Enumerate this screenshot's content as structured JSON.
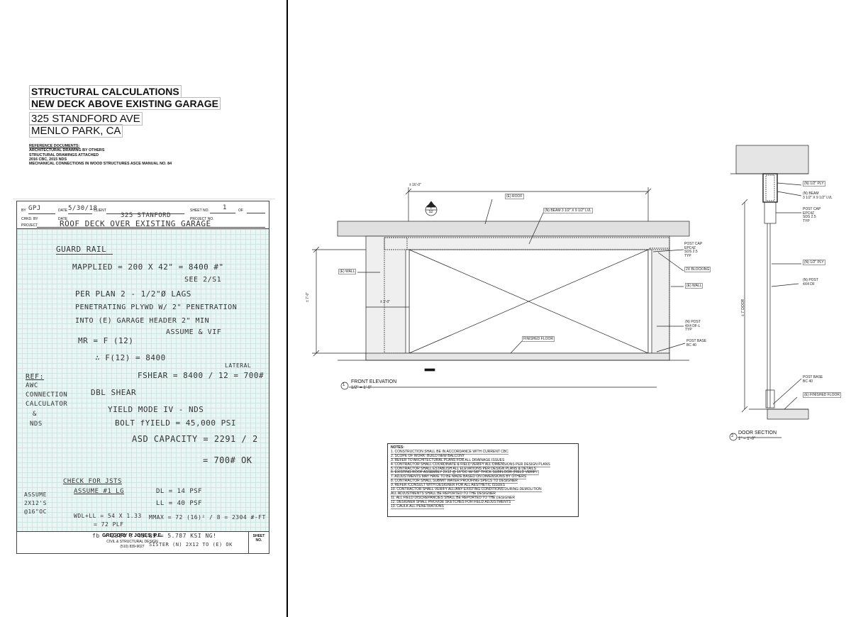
{
  "title": {
    "line1": "STRUCTURAL CALCULATIONS",
    "line2": "NEW DECK ABOVE EXISTING GARAGE",
    "addr1": "325 STANDFORD AVE",
    "addr2": "MENLO PARK, CA"
  },
  "references": {
    "heading": "REFERENCE DOCUMENTS:",
    "items": [
      "ARCHITECTURAL DRAWING BY OTHERS",
      "STRUCTURAL DRAWINGS ATTACHED",
      "2016 CBC, 2015 NDS",
      "MECHANICAL CONNECTIONS IN WOOD STRUCTURES ASCE MANUAL NO. 84"
    ]
  },
  "calc_sheet": {
    "header": {
      "by_label": "BY",
      "by_value": "GPJ",
      "date_label": "DATE",
      "date_value": "5/30/18",
      "client_label": "CLIENT",
      "client_value": "325 STANFORD",
      "sheet_no_label": "SHEET NO.",
      "sheet_no_value": "1",
      "of_label": "OF",
      "chkd_label": "CHKD. BY",
      "chkd_date_label": "DATE",
      "project_no_label": "PROJECT NO.",
      "project_label": "PROJECT",
      "project_value": "ROOF DECK OVER EXISTING GARAGE"
    },
    "handwriting": [
      "GUARD RAIL",
      "MAPPLIED = 200 X 42\" = 8400 #\"",
      "SEE 2/S1",
      "PER PLAN 2 - 1/2\"Ø LAGS",
      "PENETRATING PLYWD W/ 2\" PENETRATION",
      "INTO (E) GARAGE HEADER 2\" MIN",
      "MR = F (12)",
      "ASSUME & VIF",
      "∴ F(12) = 8400",
      "FSHEAR = 8400 / 12 = 700#",
      "LATERAL",
      "REF:",
      "AWC",
      "CONNECTION",
      "CALCULATOR",
      "&",
      "NDS",
      "DBL SHEAR",
      "YIELD MODE IV - NDS",
      "BOLT fYIELD = 45,000 PSI",
      "ASD CAPACITY = 2291 / 2",
      "= 700#  OK",
      "CHECK FOR JSTS",
      "ASSUME #1 LG",
      "DL = 14 PSF",
      "LL = 40 PSF",
      "ASSUME",
      "2X12'S",
      "@16\"OC",
      "WDL+LL = 54 X 1.33",
      "= 72 PLF",
      "MMAX = 72 (16)² / 8 = 2304 #-FT",
      "fb = 2304 / 43.89 = 5.787 KSI  NG!",
      "SISTER (N) 2X12 TO (E)  OK"
    ],
    "footer": {
      "name": "GREGORY P. JONES, P.E.",
      "sub": "CIVIL & STRUCTURAL DESIGN",
      "phone": "(510) 839-9027",
      "sheet_label": "SHEET NO."
    }
  },
  "front_elevation": {
    "title": "FRONT ELEVATION",
    "scale": "1/2\" = 1'-0\"",
    "detail_number": "1",
    "dimension_top": "± 16'-0\"",
    "dimension_left": "± 7'-0\"",
    "dimension_small": "± 3'-0\"",
    "section_mark_top": "2",
    "section_mark_bottom": "S2",
    "labels": {
      "roof": "(E) ROOF",
      "beam": "(N) BEAM 3 1/2\" X 9 1/2\" LVL",
      "post_cap": [
        "POST CAP",
        "EPC4Z",
        "SDS 2.5",
        "TYP"
      ],
      "blocking": "2X BLOCKING",
      "wall_left": "(E) WALL",
      "wall_right": "(E) WALL",
      "post": [
        "(N) POST",
        "4X4 DF-L",
        "TYP"
      ],
      "post_base": [
        "POST BASE",
        "BC 40"
      ],
      "finished_floor": "FINISHED FLOOR"
    }
  },
  "door_section": {
    "title": "DOOR SECTION",
    "scale": "1\" = 1'-0\"",
    "detail_number": "2",
    "dimension_door": "± 7' DOOR",
    "labels": {
      "ply_top": "(N) 1/2\" PLY",
      "beam": [
        "(N) BEAM",
        "3 1/2\" X 9 1/2\" LVL"
      ],
      "post_cap": [
        "POST CAP",
        "EPC4Z",
        "SDS 2.5",
        "TYP"
      ],
      "ply_mid": "(N) 1/2\" PLY",
      "post": [
        "(N) POST",
        "4X4 DF"
      ],
      "post_base": [
        "POST BASE",
        "BC 40"
      ],
      "finished_floor": "(E) FINISHED FLOOR"
    }
  },
  "notes": {
    "heading": "NOTES:",
    "items": [
      "1. CONSTRUCTION SHALL BE IN ACCORDANCE WITH CURRENT CBC",
      "2. SCOPE OF WORK: BUILD NEW BALCONY",
      "3. REFER TO ARCHITECTURAL PLANS FOR ALL DRAINAGE ISSUES",
      "4. CONTRACTOR SHALL COORDINATE & FIELD VERIFY  ALL DIMENSIONS PER  DESIGN PLANS",
      "5. CONTRACTOR SHALL ESTABLISH ALL ELEVATIONS PER DESIGN PLANS & DETAILS",
      "6. EXISTING ROOF ASSEMBLY 2X12 @ 16\"OC  W/ 5/8\" THICK SUBFLOOR (FIELD VERIFY)",
      "7. ADJUSTMENTS MAY HAVE TO BE MADE BASED ON DIMENSIONS BY OTHERS",
      "8. CONTRACTOR  SHALL SUBMIT WATER PROOFING SPECS TO DESIGNER",
      "9. REFER /CONSULT WITH DESIGNER FOR ALL AESTHETIC ISSUES",
      "10. CONTRACTOR SHALL VERIFY ALL/ANY EXISTING CONDITIONS DURING DEMOLITION",
      "ALL ADJUSTMENTS SHALL BE REPORTED TO THE DESIGNER",
      "11. ALL FIELD DISCREPANCIES SHALL BE REPORTED TO THE DESIGNER",
      "12. DESIGNER SHALL PROVIDE SKETCHES FOR FIELD ADJUSTMENTS",
      "13. CAULK ALL PENETRATIONS"
    ]
  }
}
